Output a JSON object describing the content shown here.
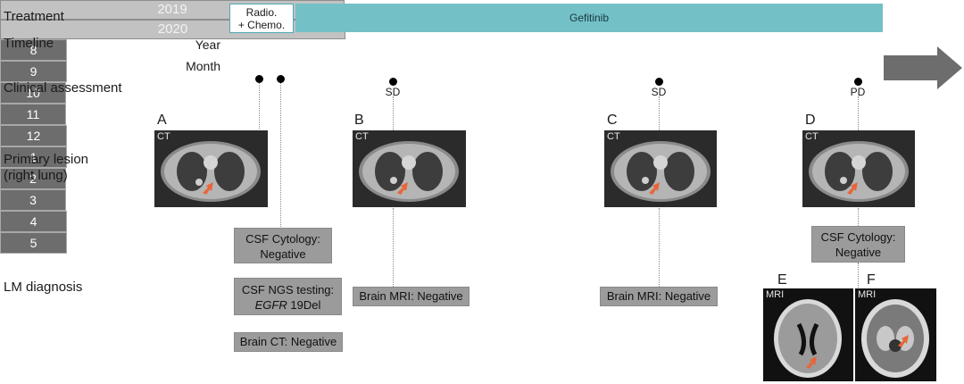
{
  "row_labels": {
    "treatment": "Treatment",
    "timeline": "Timeline",
    "clinical": "Clinical assessment",
    "primary_line1": "Primary lesion",
    "primary_line2": "(right lung)",
    "lm": "LM diagnosis"
  },
  "treatment": {
    "radio_line1": "Radio.",
    "radio_line2": "+ Chemo.",
    "gefitinib": "Gefitinib"
  },
  "timeline": {
    "year_label": "Year",
    "month_label": "Month",
    "years": [
      "2019",
      "2020"
    ],
    "months": [
      "8",
      "9",
      "10",
      "11",
      "12",
      "1",
      "2",
      "3",
      "4",
      "5"
    ]
  },
  "assessments": [
    "SD",
    "SD",
    "PD"
  ],
  "panels": {
    "A": "A",
    "B": "B",
    "C": "C",
    "D": "D",
    "E": "E",
    "F": "F",
    "ct_tag": "CT",
    "mri_tag": "MRI"
  },
  "lm_boxes": {
    "csf_cytology_1_line1": "CSF Cytology:",
    "csf_cytology_1_line2": "Negative",
    "ngs_line1": "CSF NGS testing:",
    "ngs_gene": "EGFR",
    "ngs_variant": " 19Del",
    "brain_ct": "Brain CT: Negative",
    "brain_mri_1": "Brain MRI: Negative",
    "brain_mri_2": "Brain MRI: Negative",
    "csf_cytology_2_line1": "CSF Cytology:",
    "csf_cytology_2_line2": "Negative"
  },
  "colors": {
    "gefitinib": "#74c0c7",
    "year_bar": "#c2c2c2",
    "month_bar": "#6d6d6d",
    "arrow": "#6d6d6d",
    "box": "#9b9b9b",
    "lesion_marker": "#e8663a"
  }
}
